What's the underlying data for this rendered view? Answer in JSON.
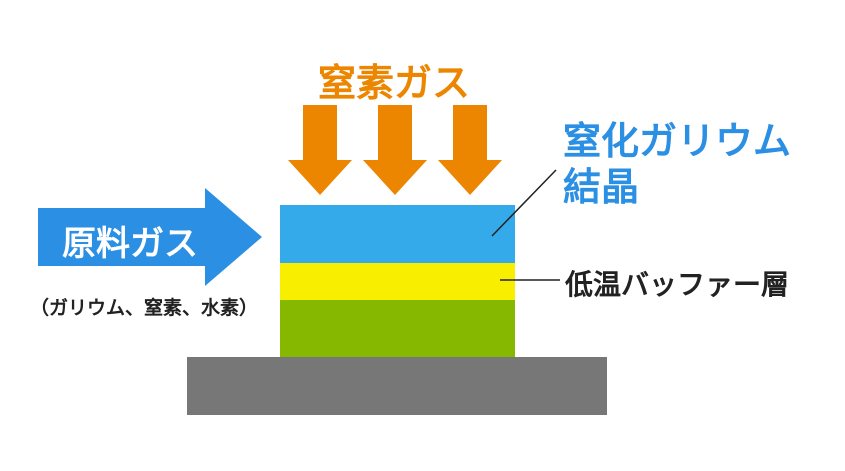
{
  "title": {
    "label": "窒素ガス",
    "color": "#ec8600"
  },
  "source_arrow": {
    "label": "原料ガス",
    "sub_label": "（ガリウム、窒素、水素）",
    "color": "#2b8fe3"
  },
  "layers": [
    {
      "name": "gan-crystal",
      "color": "#35aaeb"
    },
    {
      "name": "buffer",
      "color": "#f7ee00"
    },
    {
      "name": "base",
      "color": "#86b800"
    },
    {
      "name": "substrate",
      "color": "#777777"
    }
  ],
  "labels": {
    "gan_line1": "窒化ガリウム",
    "gan_line2": "結晶",
    "buffer": "低温バッファー層"
  }
}
